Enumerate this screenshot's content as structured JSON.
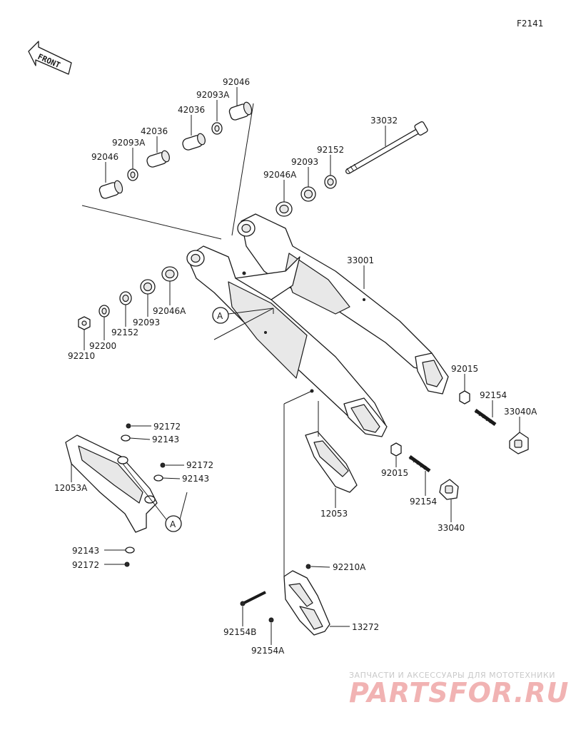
{
  "diagram": {
    "code": "F2141",
    "front_label": "FRONT",
    "callout_a": "A",
    "parts": [
      {
        "id": "p-92046-top",
        "label": "92046"
      },
      {
        "id": "p-92093a-top",
        "label": "92093A"
      },
      {
        "id": "p-42036-top",
        "label": "42036"
      },
      {
        "id": "p-42036-left",
        "label": "42036"
      },
      {
        "id": "p-92093a-left",
        "label": "92093A"
      },
      {
        "id": "p-92046-left",
        "label": "92046"
      },
      {
        "id": "p-33032",
        "label": "33032"
      },
      {
        "id": "p-92152-right",
        "label": "92152"
      },
      {
        "id": "p-92093-right",
        "label": "92093"
      },
      {
        "id": "p-92046a-right",
        "label": "92046A"
      },
      {
        "id": "p-33001",
        "label": "33001"
      },
      {
        "id": "p-92046a-left",
        "label": "92046A"
      },
      {
        "id": "p-92093-left",
        "label": "92093"
      },
      {
        "id": "p-92152-left",
        "label": "92152"
      },
      {
        "id": "p-92200",
        "label": "92200"
      },
      {
        "id": "p-92210",
        "label": "92210"
      },
      {
        "id": "p-92015-right",
        "label": "92015"
      },
      {
        "id": "p-92154-right",
        "label": "92154"
      },
      {
        "id": "p-33040a",
        "label": "33040A"
      },
      {
        "id": "p-92015-mid",
        "label": "92015"
      },
      {
        "id": "p-92154-mid",
        "label": "92154"
      },
      {
        "id": "p-33040",
        "label": "33040"
      },
      {
        "id": "p-12053",
        "label": "12053"
      },
      {
        "id": "p-92172-a",
        "label": "92172"
      },
      {
        "id": "p-92143-a",
        "label": "92143"
      },
      {
        "id": "p-92172-b",
        "label": "92172"
      },
      {
        "id": "p-92143-b",
        "label": "92143"
      },
      {
        "id": "p-12053a",
        "label": "12053A"
      },
      {
        "id": "p-92143-c",
        "label": "92143"
      },
      {
        "id": "p-92172-c",
        "label": "92172"
      },
      {
        "id": "p-92210a",
        "label": "92210A"
      },
      {
        "id": "p-92154b",
        "label": "92154B"
      },
      {
        "id": "p-13272",
        "label": "13272"
      },
      {
        "id": "p-92154a",
        "label": "92154A"
      }
    ]
  },
  "watermark": {
    "tagline": "ЗАПЧАСТИ И АКСЕССУАРЫ ДЛЯ МОТОТЕХНИКИ",
    "brand": "PARTSFOR.RU"
  }
}
